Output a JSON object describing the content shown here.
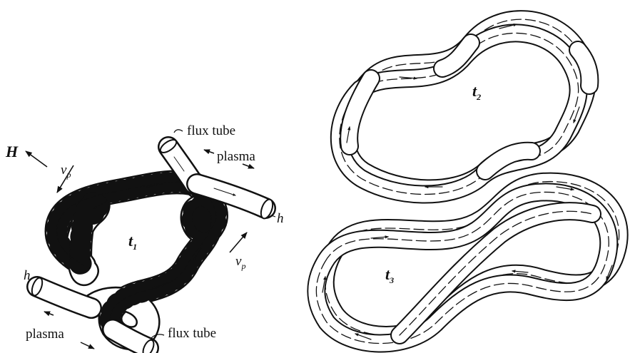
{
  "labels": {
    "H": "H",
    "flux_tube_top": "flux tube",
    "flux_tube_bottom": "flux tube",
    "plasma_top": "plasma",
    "plasma_bottom": "plasma",
    "vp_left": "v",
    "vp_left_sub": "p",
    "vp_right": "v",
    "vp_right_sub": "p",
    "h_right": "h",
    "h_left": "h",
    "t1": "t",
    "t1_sub": "1",
    "t2": "t",
    "t2_sub": "2",
    "t3": "t",
    "t3_sub": "3"
  },
  "colors": {
    "ink": "#111111",
    "tube_fill": "#ffffff",
    "paper": "#ffffff"
  }
}
